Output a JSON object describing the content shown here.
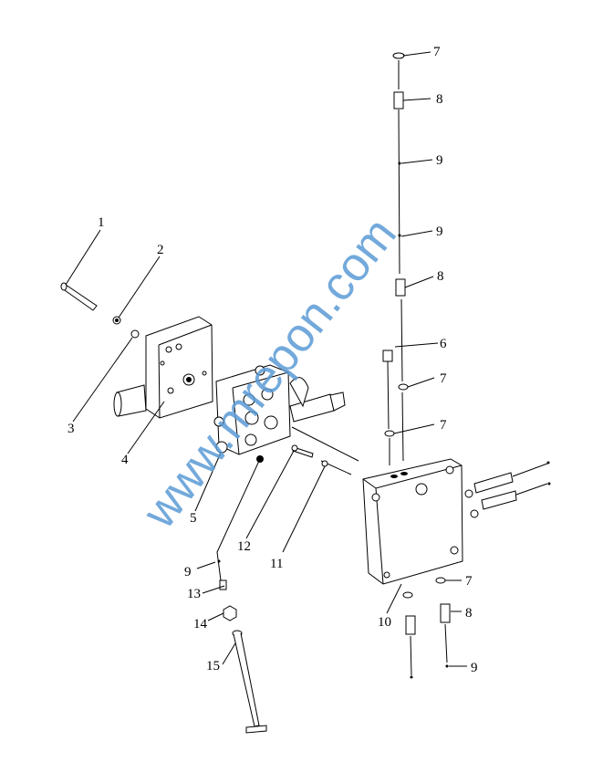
{
  "diagram": {
    "type": "exploded-parts-view",
    "callouts": [
      "1",
      "2",
      "3",
      "4",
      "5",
      "6",
      "7",
      "8",
      "9",
      "10",
      "11",
      "12",
      "13",
      "14",
      "15"
    ]
  },
  "watermark": "www.mrepon.com",
  "colors": {
    "lines": "#000000",
    "watermark": "#5b9bd5"
  }
}
